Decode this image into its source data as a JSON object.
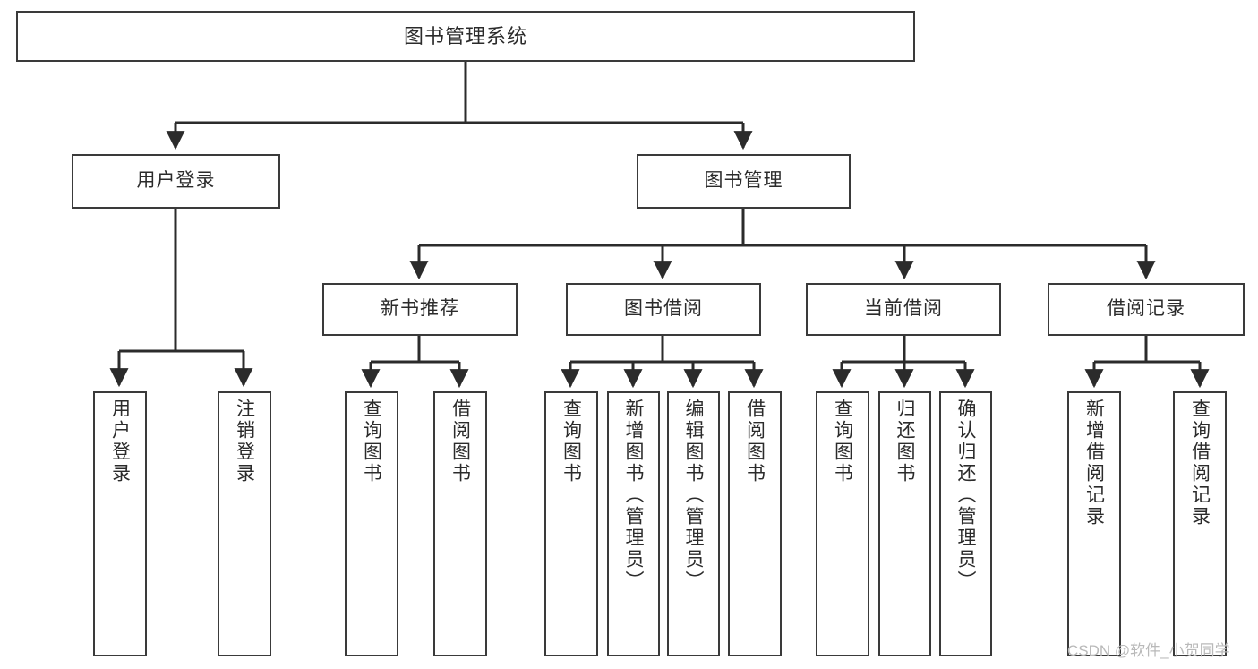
{
  "diagram": {
    "type": "tree-hierarchy",
    "title": "图书管理系统",
    "watermark": "CSDN @软件_小贺同学",
    "colors": {
      "box_border": "#3a3a3a",
      "box_fill": "#ffffff",
      "connector": "#2b2b2b",
      "text": "#2b2b2b",
      "watermark": "#b9b9b9",
      "background": "#ffffff"
    },
    "levels": {
      "root": {
        "label": "图书管理系统"
      },
      "level2": [
        {
          "label": "用户登录"
        },
        {
          "label": "图书管理"
        }
      ],
      "level3": [
        {
          "label": "新书推荐"
        },
        {
          "label": "图书借阅"
        },
        {
          "label": "当前借阅"
        },
        {
          "label": "借阅记录"
        }
      ],
      "leaves": {
        "user_login": [
          {
            "label": "用户登录"
          },
          {
            "label": "注销登录"
          }
        ],
        "new_book_recommend": [
          {
            "label": "查询图书"
          },
          {
            "label": "借阅图书"
          }
        ],
        "book_borrow": [
          {
            "label": "查询图书"
          },
          {
            "label": "新增图书（管理员）"
          },
          {
            "label": "编辑图书（管理员）"
          },
          {
            "label": "借阅图书"
          }
        ],
        "current_borrow": [
          {
            "label": "查询图书"
          },
          {
            "label": "归还图书"
          },
          {
            "label": "确认归还（管理员）"
          }
        ],
        "borrow_record": [
          {
            "label": "新增借阅记录"
          },
          {
            "label": "查询借阅记录"
          }
        ]
      }
    }
  }
}
